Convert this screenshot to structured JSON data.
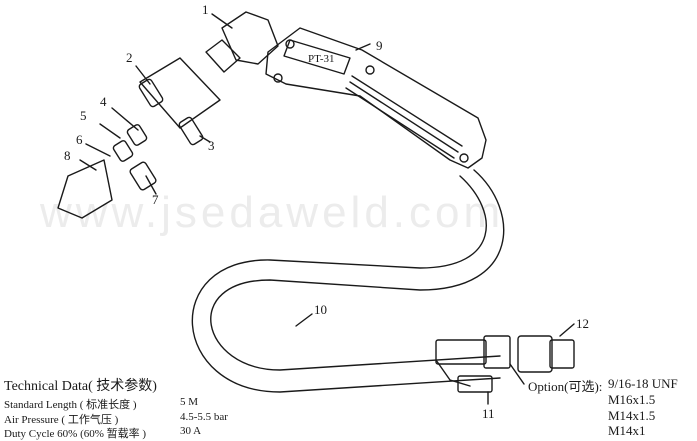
{
  "watermark": "www.jsedaweld.com",
  "torch_label": "PT-31",
  "callouts": [
    "1",
    "2",
    "3",
    "4",
    "5",
    "6",
    "7",
    "8",
    "9",
    "10",
    "11",
    "12"
  ],
  "technical": {
    "title": "Technical Data( 技术参数)",
    "rows": [
      {
        "label": "Standard Length ( 标准长度 )",
        "value": "5 M"
      },
      {
        "label": "Air Pressure ( 工作气压 )",
        "value": "4.5-5.5 bar"
      },
      {
        "label": "Duty Cycle 60% (60% 暂载率 )",
        "value": "30 A"
      }
    ]
  },
  "option": {
    "label": "Option(可选):",
    "values": [
      "9/16-18 UNF",
      "M16x1.5",
      "M14x1.5",
      "M14x1"
    ]
  }
}
